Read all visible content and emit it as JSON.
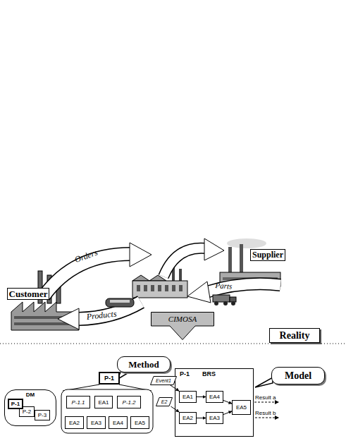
{
  "diagram": {
    "nodes": [
      {
        "text": [
          "Customer"
        ]
      },
      {
        "text": [
          "Supplier"
        ]
      },
      {
        "text": [
          "Reality"
        ]
      },
      {
        "text": [
          "CIMOSA"
        ]
      },
      {
        "text": [
          "Method"
        ]
      },
      {
        "text": [
          "Model"
        ]
      },
      {
        "text": [
          "DM"
        ]
      },
      {
        "text": [
          "P-1"
        ],
        "in": 6
      },
      {
        "text": [
          "P-2"
        ],
        "in": 6
      },
      {
        "text": [
          "P-3"
        ],
        "in": 6
      },
      {
        "text": [
          "P-1"
        ]
      },
      {
        "text": [
          "P-1.1"
        ]
      },
      {
        "text": [
          "EA1"
        ]
      },
      {
        "text": [
          "P-1.2"
        ]
      },
      {
        "text": [
          "EA2"
        ]
      },
      {
        "text": [
          "EA3"
        ]
      },
      {
        "text": [
          "EA4"
        ]
      },
      {
        "text": [
          "EA5"
        ]
      },
      {
        "text": [
          "P-1",
          "BRS"
        ]
      },
      {
        "text": [
          "Event1"
        ]
      },
      {
        "text": [
          "E2"
        ]
      },
      {
        "text": [
          "EA1"
        ],
        "in": 18
      },
      {
        "text": [
          "EA4"
        ],
        "in": 18
      },
      {
        "text": [
          "EA2"
        ],
        "in": 18
      },
      {
        "text": [
          "EA3"
        ],
        "in": 18
      },
      {
        "text": [
          "EA5"
        ],
        "in": 18
      }
    ],
    "edges": [
      {
        "from": 19,
        "to": 21,
        "arrow": "to"
      },
      {
        "from": 20,
        "to": 23,
        "arrow": "to"
      },
      {
        "from": 21,
        "to": 22,
        "arrow": "to"
      },
      {
        "from": 23,
        "to": 24,
        "arrow": "to"
      },
      {
        "from": 22,
        "to": 25,
        "arrow": "to"
      },
      {
        "from": 24,
        "to": 25,
        "arrow": "to"
      }
    ],
    "labels": [
      "Orders",
      "Products",
      "Parts",
      "Result a",
      "Result b"
    ]
  }
}
